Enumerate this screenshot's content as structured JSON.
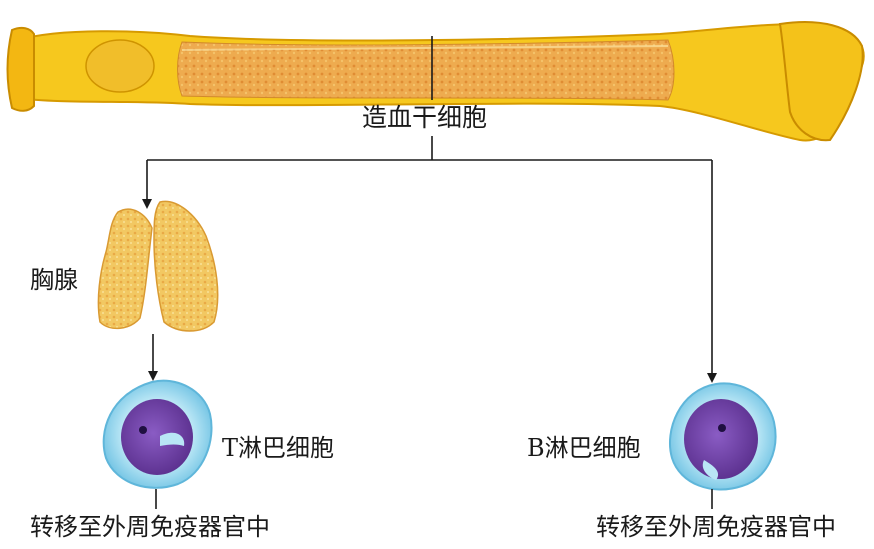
{
  "labels": {
    "hsc": "造血干细胞",
    "thymus": "胸腺",
    "t_cell": "T淋巴细胞",
    "b_cell": "B淋巴细胞",
    "migrate_left": "转移至外周免疫器官中",
    "migrate_right": "转移至外周免疫器官中"
  },
  "colors": {
    "bone_outline": "#e0a800",
    "bone_fill": "#f6c81e",
    "marrow": "#eea64a",
    "thymus_fill": "#f1c45a",
    "cell_membrane": "#8fd2ea",
    "cell_nucleus": "#6a3f9e",
    "arrow": "#1a1a1a"
  }
}
